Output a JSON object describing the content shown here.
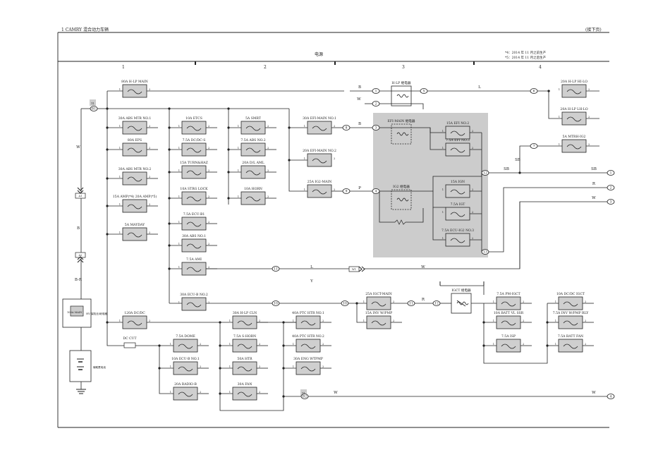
{
  "header": {
    "title": "1 CAMRY 混合动力车辆",
    "next_page": "(接下页)",
    "section_label": "电源",
    "notes": [
      "*4：2014 年 11 月之前生产",
      "*5：2014 年 11 月之后生产"
    ],
    "zones": [
      "1",
      "2",
      "3",
      "4"
    ]
  },
  "fuses": {
    "hlp_main": "80A H-LP MAIN",
    "abs_mtr1": "30A ABS MTR NO.1",
    "eps": "80A EPS",
    "abs_mtr2": "30A ABS MTR NO.2",
    "amp": "15A AMP(*4) 20A AMP(*5)",
    "mayday": "5A MAYDAY",
    "etcs": "10A ETCS",
    "dc_s": "7.5A DC/DC-S",
    "turn_haz": "15A TURN&HAZ",
    "strg_lock": "10A STRG LOCK",
    "ecu_b1": "7.5A ECU-B1",
    "abs1": "30A ABS NO.1",
    "ami": "7.5A AMI",
    "smrt": "5A SMRT",
    "abs2": "7.5A ABS NO.2",
    "d_l_aml": "20A D/L AML",
    "horn": "10A HORN",
    "efi_main1": "30A EFI-MAIN NO.1",
    "efi_main2": "20A EFI-MAIN NO.2",
    "igct_main_top": "25A IG2-MAIN",
    "efi2": "15A EFI NO.2",
    "efi3": "7.5A EFI NO.3",
    "ign": "15A IGN",
    "igt": "7.5A IGT",
    "ecu_ig2": "7.5A ECU-IG2 NO.3",
    "hlp_hi_lo": "20A H-LP HI-LO",
    "hlp_lh_lo": "20A H-LP LH-LO",
    "mtrh_ig2": "5A MTRH-IG2",
    "ecu_b2": "30A ECU-B NO.2",
    "dcdc": "120A DC/DC",
    "dc_cut": "DC CUT",
    "hlp_cln": "30A H-LP CLN",
    "s_horn": "7.5A S-HORN",
    "htr": "50A HTR",
    "fan": "30A FAN",
    "ptc_htr1": "40A PTC HTR NO.1",
    "ptc_htr2": "40A PTC HTR NO.2",
    "eng_wpmp": "30A ENG WTPMP",
    "dome": "7.5A DOME",
    "ecu_b_nd1": "10A ECU-B NO.1",
    "radio_b": "20A RADIO-B",
    "igct_main": "25A IGCT-MAIN",
    "inv_wpmp": "15A INV W/PMP",
    "pm_igct": "7.5A PM-IGCT",
    "batt_vl_ssr": "10A BATT VL SSR",
    "igt_ig": "7.5A ISP",
    "dcdc_igct": "10A DC/DC IGCT",
    "inv_wpmp_rly": "7.5A INV W/PMP RLY",
    "batt_fan": "7.5A BATT FAN"
  },
  "relays": {
    "hlp": "H-LP 继电器",
    "efi_main": "EFI-MAIN 继电器",
    "ig2": "IG2 继电器",
    "igct": "IGCT 继电器"
  },
  "wires": {
    "W": "W",
    "B": "B",
    "L": "L",
    "Y": "Y",
    "P": "P",
    "SB": "SB",
    "R": "R",
    "BR": "B-R"
  },
  "connectors": {
    "c1": "1",
    "c2": "2",
    "c3": "3",
    "c4": "4",
    "c5": "5",
    "c6": "6",
    "c7": "7",
    "c8": "8",
    "c9": "9",
    "c10": "10",
    "c11": "11",
    "c12": "12",
    "c13": "13",
    "b1": "B1",
    "b2": "B2",
    "w1": "W1",
    "a1": "A1",
    "a2": "A2",
    "t1": "T1"
  },
  "pins": {
    "p1": "1",
    "p2": "2"
  },
  "battery": {
    "fuse_label": "100A MAIN",
    "lower_label": "辅助蓄电池",
    "side_label": "HV 保险丝/继电器"
  },
  "colors": {
    "line": "#222222",
    "relay_box": "#cccccc",
    "fuse_fill": "#cfcfcf"
  }
}
